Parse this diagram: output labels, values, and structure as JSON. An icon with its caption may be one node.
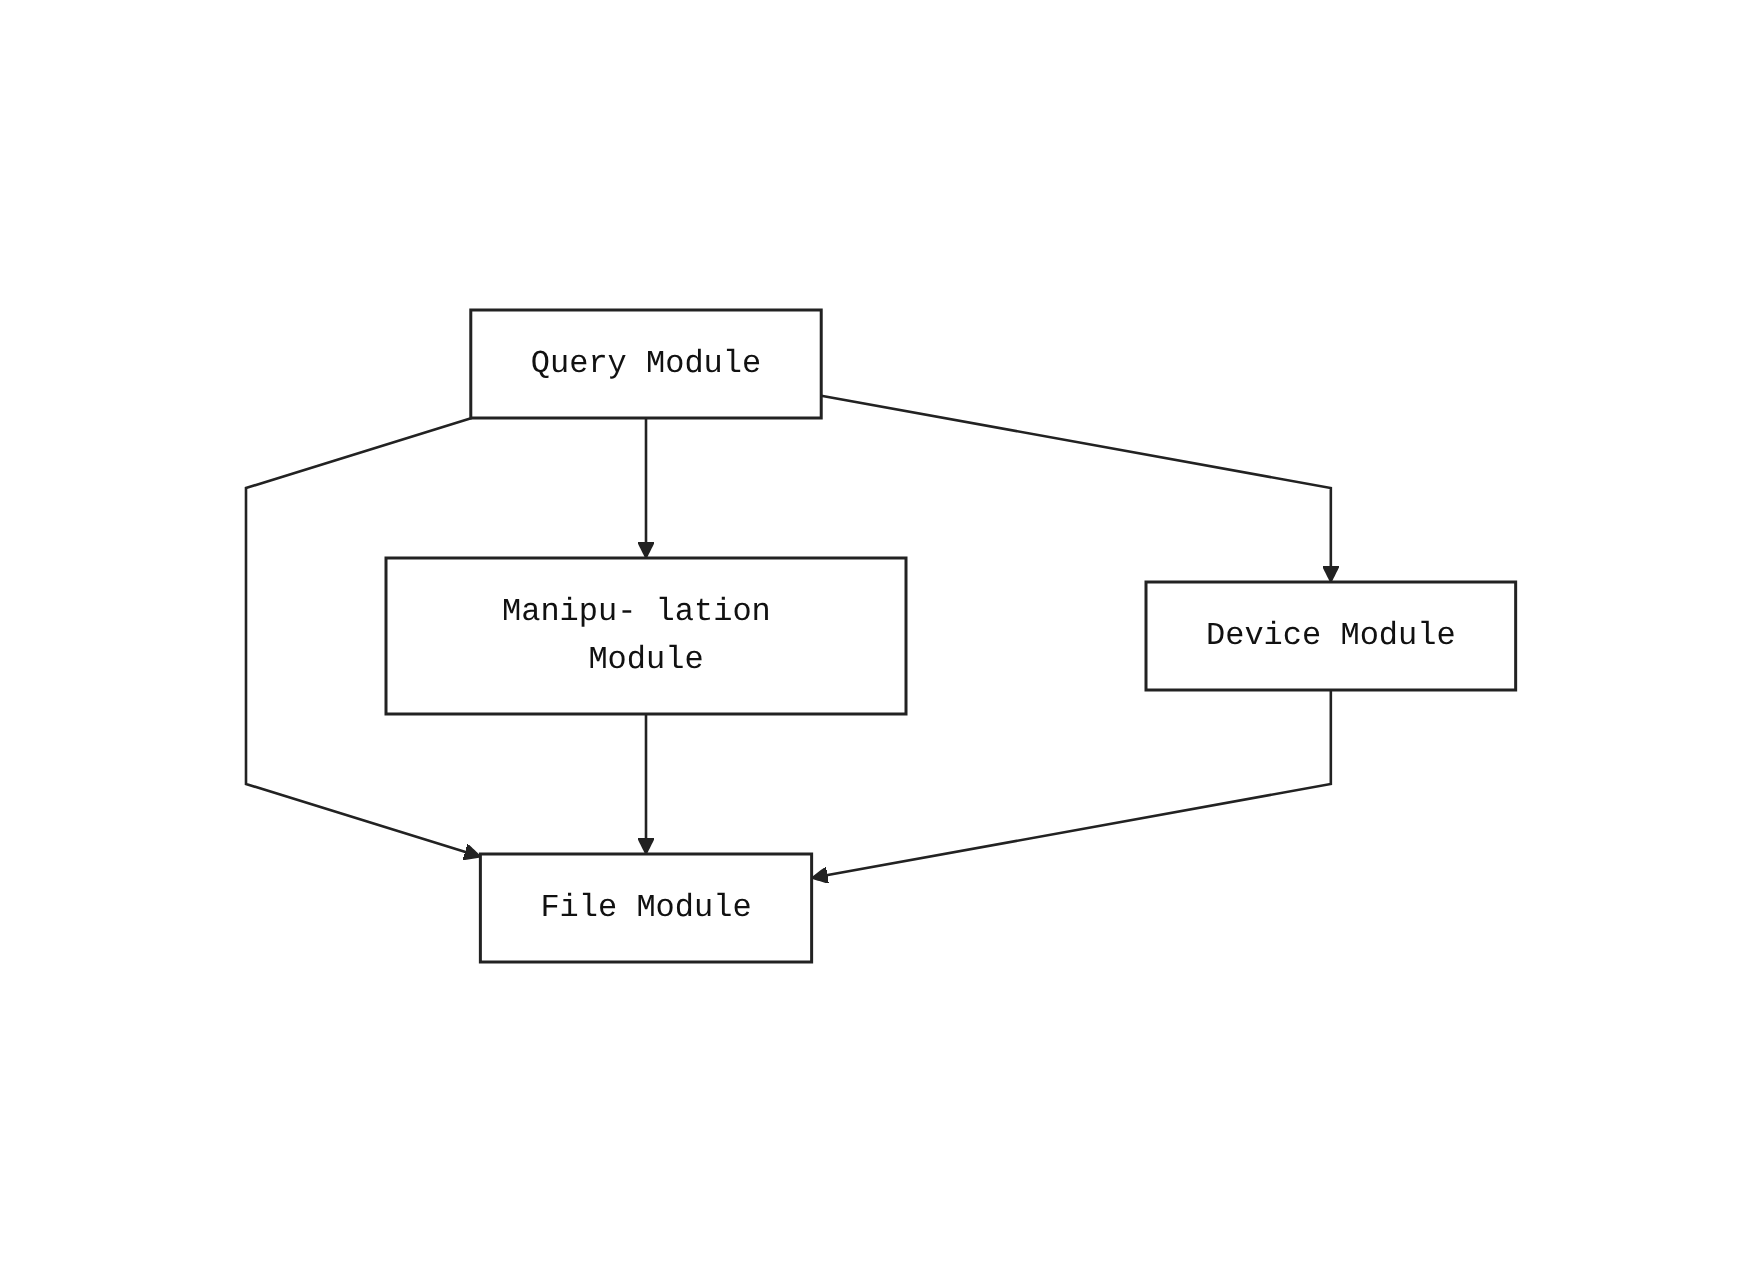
{
  "diagram": {
    "nodes": [
      {
        "text": [
          "Query Module"
        ]
      },
      {
        "text": [
          "Manipu- lation Module"
        ]
      },
      {
        "text": [
          "Device Module"
        ]
      },
      {
        "text": [
          "File Module"
        ]
      }
    ],
    "edges": [
      {
        "from": 0,
        "to": 1,
        "arrow": "to"
      },
      {
        "from": 0,
        "to": 3,
        "arrow": "to"
      },
      {
        "from": 0,
        "to": 2,
        "arrow": "to"
      },
      {
        "from": 1,
        "to": 3,
        "arrow": "to"
      },
      {
        "from": 2,
        "to": 3,
        "arrow": "to"
      }
    ]
  }
}
